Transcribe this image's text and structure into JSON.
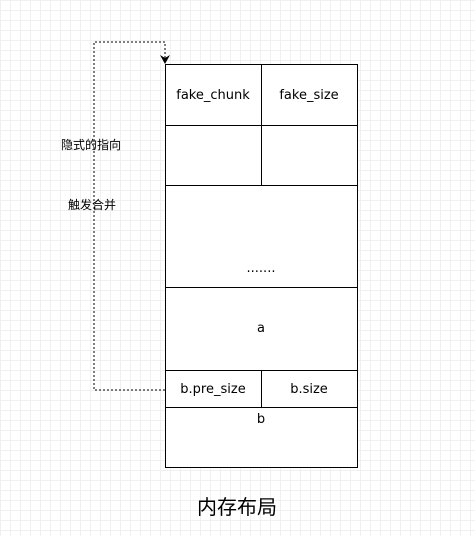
{
  "cells": {
    "fake_chunk": "fake_chunk",
    "fake_size": "fake_size",
    "ellipsis": ".......",
    "a": "a",
    "b_pre_size": "b.pre_size",
    "b_size": "b.size",
    "b": "b"
  },
  "labels": {
    "implicit_pointer": "隐式的指向",
    "trigger_merge": "触发合并"
  },
  "caption": "内存布局"
}
